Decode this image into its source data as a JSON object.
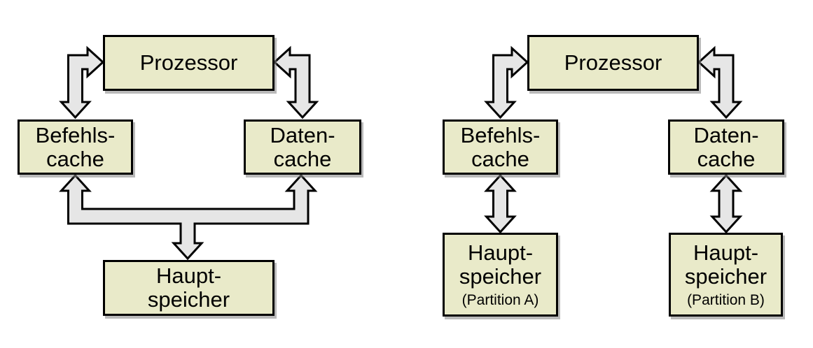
{
  "colors": {
    "background": "#ffffff",
    "box_fill": "#e9eac9",
    "box_border": "#000000",
    "arrow_fill": "#e6e6e6",
    "arrow_outline": "#000000"
  },
  "left_diagram": {
    "processor": "Prozessor",
    "instruction_cache": {
      "line1": "Befehls-",
      "line2": "cache"
    },
    "data_cache": {
      "line1": "Daten-",
      "line2": "cache"
    },
    "main_memory": {
      "line1": "Haupt-",
      "line2": "speicher"
    },
    "connections": [
      "Prozessor <-> Befehls-cache",
      "Prozessor <-> Daten-cache",
      "Hauptspeicher -> Befehls-cache und Daten-cache (gemeinsamer Speicher)"
    ]
  },
  "right_diagram": {
    "processor": "Prozessor",
    "instruction_cache": {
      "line1": "Befehls-",
      "line2": "cache"
    },
    "data_cache": {
      "line1": "Daten-",
      "line2": "cache"
    },
    "main_memory_a": {
      "line1": "Haupt-",
      "line2": "speicher",
      "note": "(Partition A)"
    },
    "main_memory_b": {
      "line1": "Haupt-",
      "line2": "speicher",
      "note": "(Partition B)"
    },
    "connections": [
      "Prozessor <-> Befehls-cache",
      "Prozessor <-> Daten-cache",
      "Befehls-cache <-> Hauptspeicher (Partition A)",
      "Daten-cache <-> Hauptspeicher (Partition B)"
    ]
  }
}
